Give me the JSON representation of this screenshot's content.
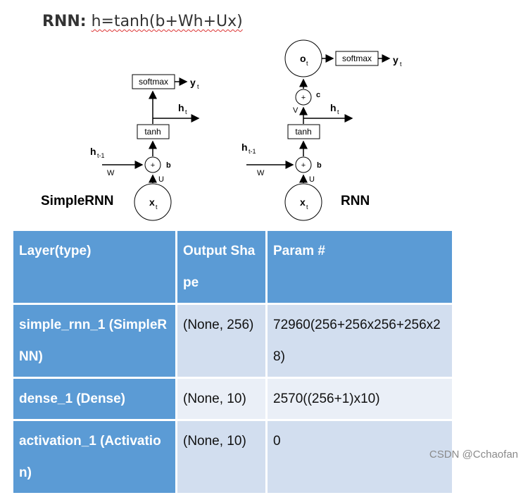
{
  "formula": {
    "label": "RNN:",
    "text": "h=tanh(b+Wh+Ux)"
  },
  "diagram": {
    "simple": {
      "name": "SimpleRNN",
      "softmax": "softmax",
      "tanh": "tanh",
      "plus": "+",
      "y": "y",
      "y_sub": "t",
      "h": "h",
      "h_sub": "t",
      "hprev": "h",
      "hprev_sub": "t-1",
      "W": "W",
      "U": "U",
      "b": "b",
      "x": "x",
      "x_sub": "t"
    },
    "rnn": {
      "name": "RNN",
      "softmax": "softmax",
      "tanh": "tanh",
      "plus1": "+",
      "plus2": "+",
      "y": "y",
      "y_sub": "t",
      "o": "o",
      "o_sub": "t",
      "c": "c",
      "V": "V",
      "h": "h",
      "h_sub": "t",
      "hprev": "h",
      "hprev_sub": "t-1",
      "W": "W",
      "U": "U",
      "b": "b",
      "x": "x",
      "x_sub": "t"
    }
  },
  "table": {
    "headers": [
      "Layer(type)",
      "Output Shape",
      "Param #"
    ],
    "rows": [
      [
        "simple_rnn_1 (SimpleRNN)",
        "(None, 256)",
        "72960(256+256x256+256x28)"
      ],
      [
        "dense_1 (Dense)",
        "(None, 10)",
        "2570((256+1)x10)"
      ],
      [
        "activation_1 (Activation)",
        "(None, 10)",
        "0"
      ]
    ]
  },
  "watermark": "CSDN @Cchaofan"
}
